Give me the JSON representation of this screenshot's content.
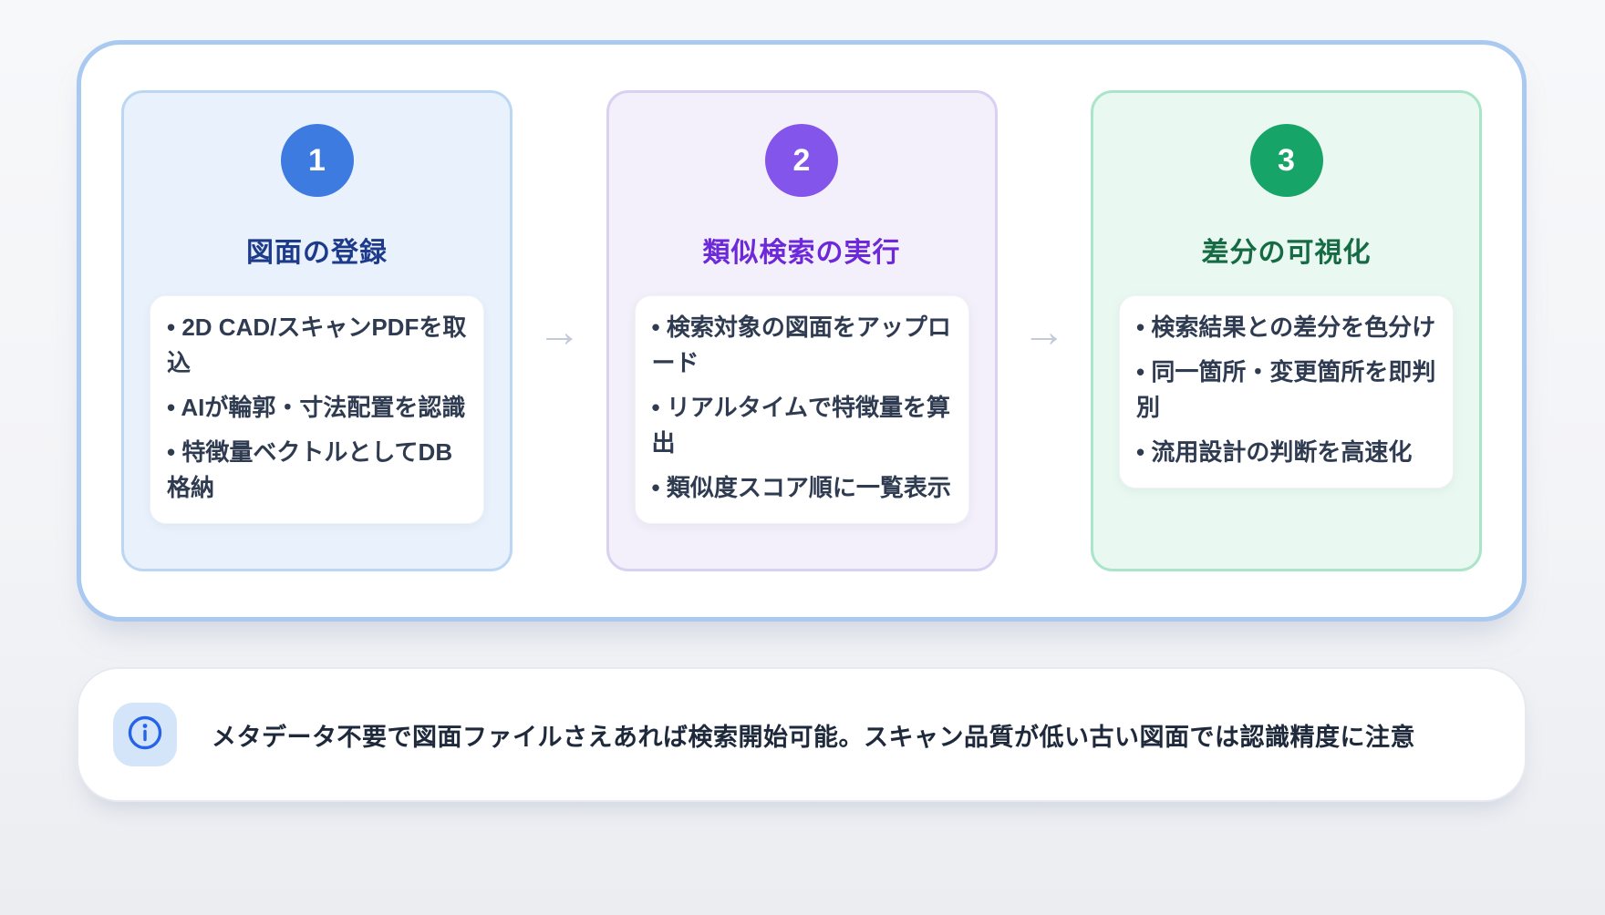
{
  "process": {
    "arrow": "→",
    "steps": [
      {
        "number": "1",
        "title": "図面の登録",
        "bullets": [
          "• 2D CAD/スキャンPDFを取込",
          "• AIが輪郭・寸法配置を認識",
          "• 特徴量ベクトルとしてDB格納"
        ],
        "circle_color": "#3D7BE0",
        "title_color": "#1E3A8A",
        "card_bg": "#E9F2FC",
        "card_border": "#BCD7F3"
      },
      {
        "number": "2",
        "title": "類似検索の実行",
        "bullets": [
          "• 検索対象の図面をアップロード",
          "• リアルタイムで特徴量を算出",
          "• 類似度スコア順に一覧表示"
        ],
        "circle_color": "#8355EA",
        "title_color": "#6D28D9",
        "card_bg": "#F3F0FB",
        "card_border": "#D9D1F2"
      },
      {
        "number": "3",
        "title": "差分の可視化",
        "bullets": [
          "• 検索結果との差分を色分け",
          "• 同一箇所・変更箇所を即判別",
          "• 流用設計の判断を高速化"
        ],
        "circle_color": "#17A468",
        "title_color": "#166B44",
        "card_bg": "#E9F9F1",
        "card_border": "#ABE5C9"
      }
    ]
  },
  "note": {
    "icon": "info-icon",
    "icon_color": "#2563EB",
    "icon_bg": "#D5E5F9",
    "text": "メタデータ不要で図面ファイルさえあれば検索開始可能。スキャン品質が低い古い図面では認識精度に注意"
  }
}
